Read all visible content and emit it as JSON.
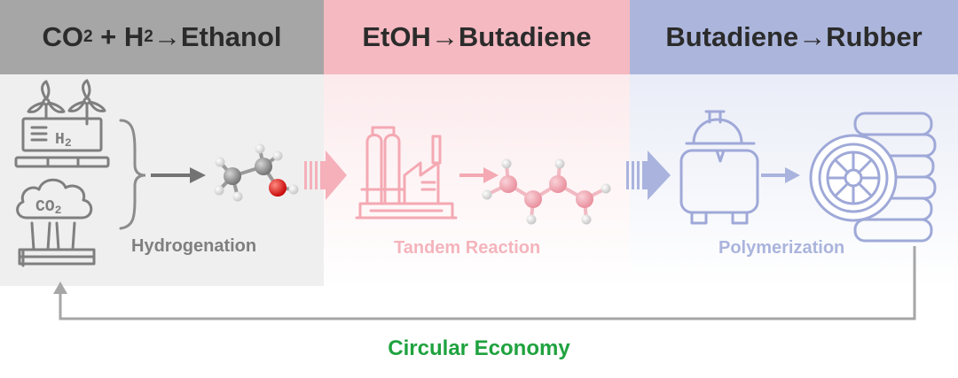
{
  "stages": [
    {
      "header_main": "CO",
      "header_sub1": "2",
      "header_mid": " + H",
      "header_sub2": "2",
      "header_end": "→Ethanol",
      "label": "Hydrogenation",
      "h2_text": "H",
      "h2_sub": "2",
      "co2_text": "CO",
      "co2_sub": "2",
      "colors": {
        "header_bg": "#a6a6a6",
        "panel_bg": "#efefef",
        "icon": "#7f7f7f",
        "label": "#7f7f7f"
      }
    },
    {
      "header": "EtOH→Butadiene",
      "label": "Tandem Reaction",
      "colors": {
        "header_bg": "#f5b9c1",
        "panel_top": "#fbe3e6",
        "icon": "#f4a9b3",
        "label": "#f4b4bc"
      }
    },
    {
      "header": "Butadiene→Rubber",
      "label": "Polymerization",
      "colors": {
        "header_bg": "#acb6dc",
        "panel_top": "#e2e6f4",
        "icon": "#9fa9d8",
        "label": "#aab4dc"
      }
    }
  ],
  "loop": {
    "label": "Circular Economy",
    "colors": {
      "arrow": "#a6a6a6",
      "label": "#1fa23f"
    }
  },
  "molecule_colors": {
    "carbon": "#8c8c8c",
    "hydrogen": "#f2f2f2",
    "oxygen": "#e02020",
    "butadiene_carbon": "#f0a3ae"
  }
}
